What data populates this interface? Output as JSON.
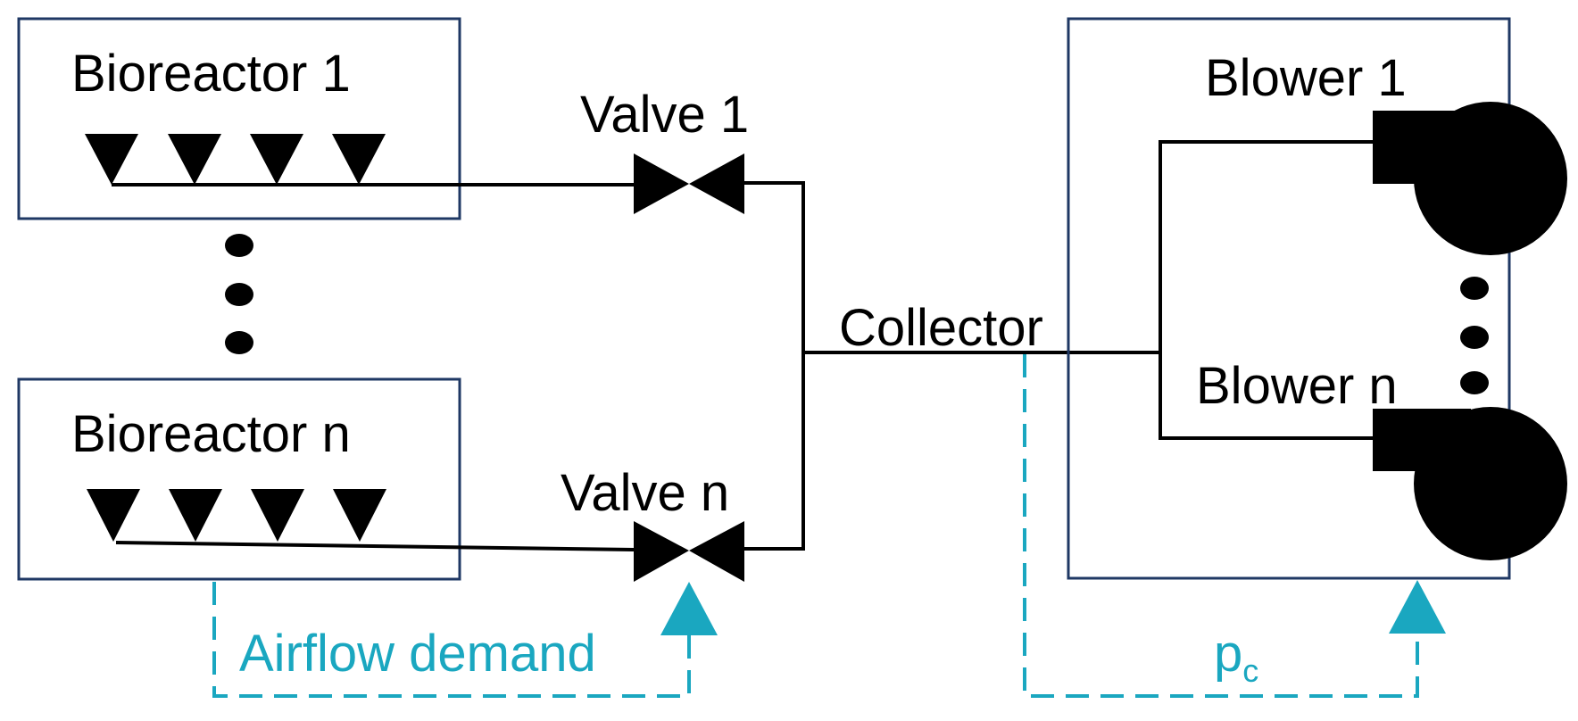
{
  "colors": {
    "line": "#000000",
    "box_border": "#1f3864",
    "signal": "#1aa7c0"
  },
  "bioreactors": {
    "first": "Bioreactor 1",
    "last": "Bioreactor n"
  },
  "valves": {
    "first": "Valve 1",
    "last": "Valve n"
  },
  "collector": "Collector",
  "blowers": {
    "first": "Blower 1",
    "last": "Blower n"
  },
  "signals": {
    "airflow_demand": "Airflow demand",
    "pressure_base": "p",
    "pressure_sub": "c"
  },
  "icons": [
    "diffuser-icon",
    "valve-icon",
    "blower-icon",
    "ellipsis-icon",
    "arrow-up-icon"
  ]
}
